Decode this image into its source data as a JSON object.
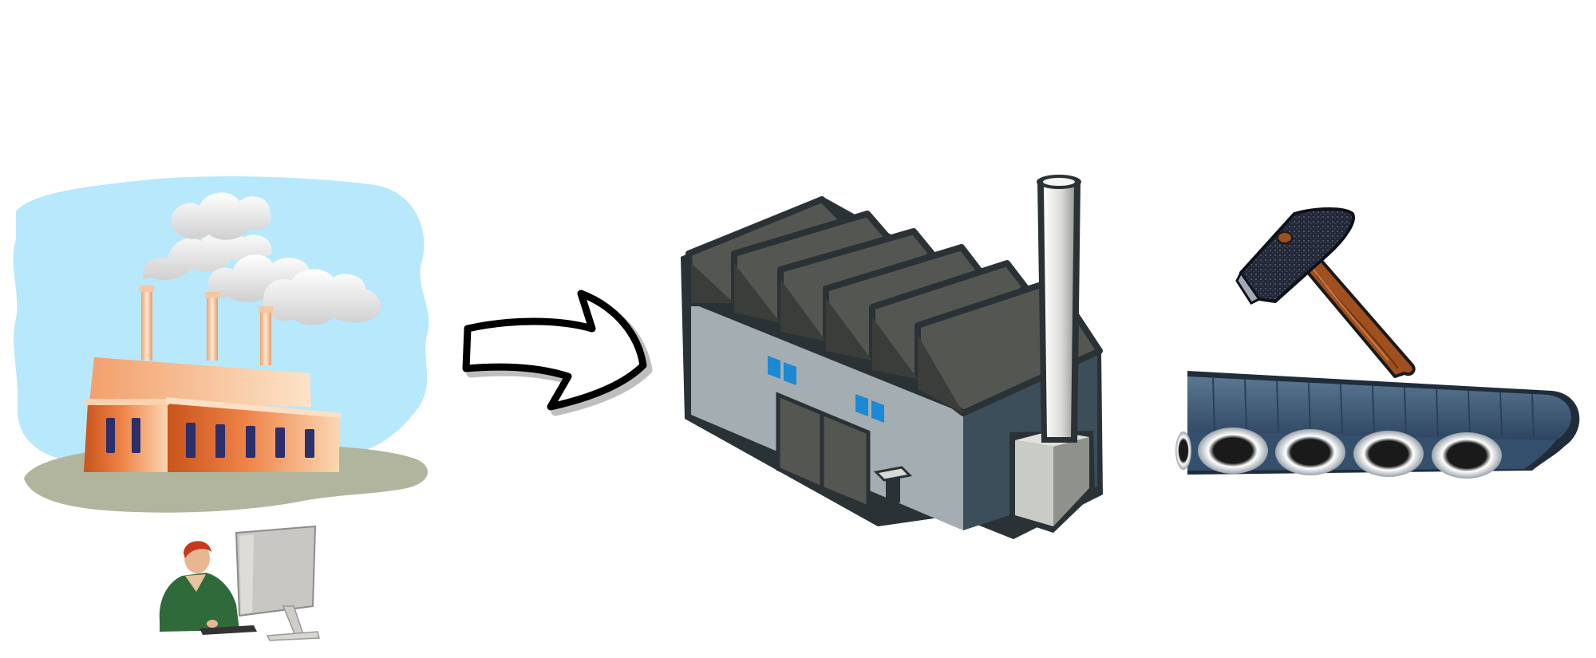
{
  "scene": {
    "background": "#ffffff",
    "groups": [
      {
        "name": "source-factory-illustration",
        "icon": "factory-smoke-icon"
      },
      {
        "name": "operator-illustration",
        "icon": "person-at-computer-icon"
      },
      {
        "name": "flow-arrow",
        "icon": "curved-arrow-right-icon"
      },
      {
        "name": "factory-building-illustration",
        "icon": "factory-building-icon"
      },
      {
        "name": "hammer-illustration",
        "icon": "hammer-icon"
      },
      {
        "name": "conveyor-belt-illustration",
        "icon": "conveyor-belt-icon"
      }
    ]
  },
  "colors": {
    "sky": "#b8e8fb",
    "smoke": "#e6e6e6",
    "brick_orange": "#e8793a",
    "ground": "#b5b8a2",
    "roof_dark": "#545651",
    "wall_light": "#a3adb2",
    "wall_dark": "#3c4f5a",
    "window_blue": "#1a8ad4",
    "belt_blue": "#3d5872",
    "hammer_handle": "#a0501e",
    "hammer_head": "#1f2330"
  }
}
